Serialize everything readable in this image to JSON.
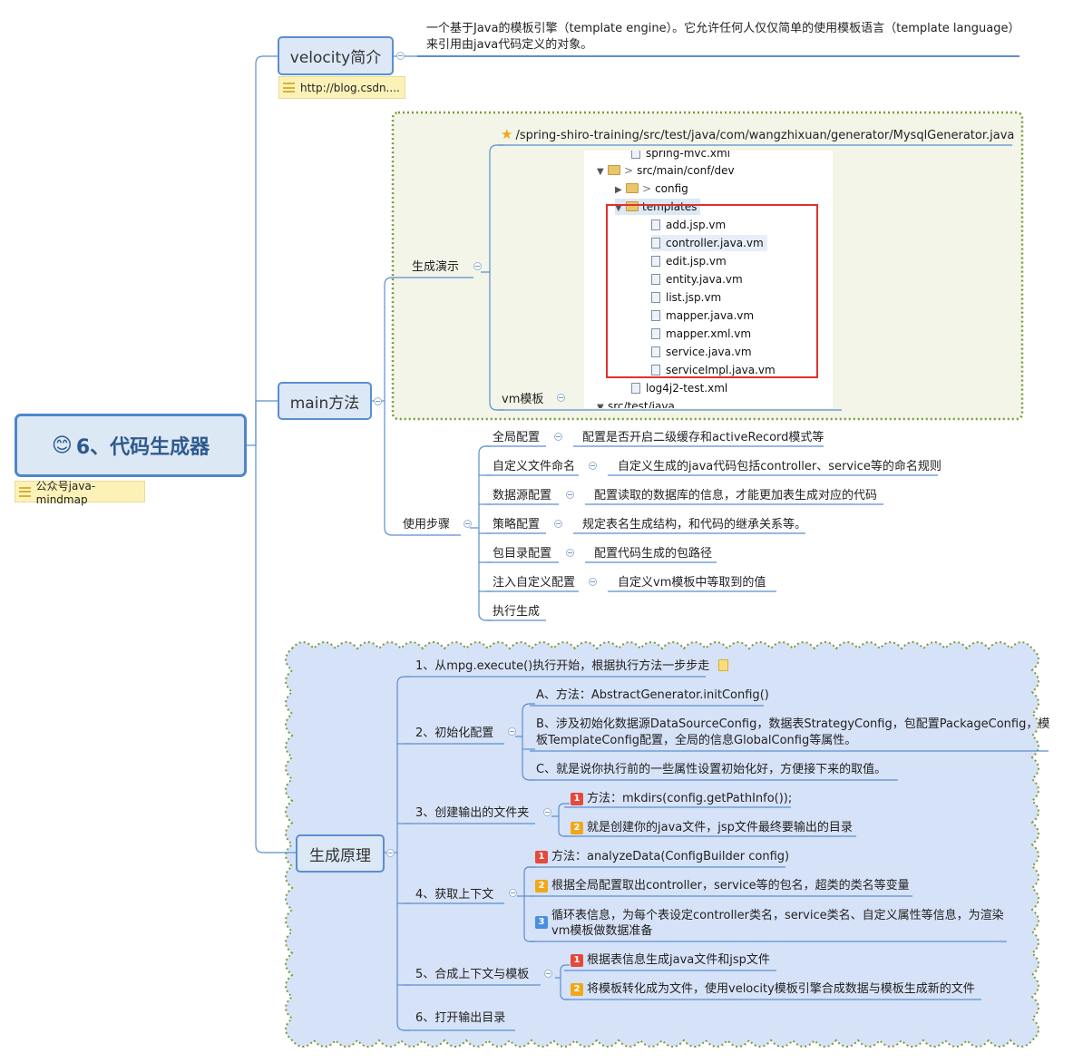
{
  "root": {
    "emoji": "😊",
    "title": "6、代码生成器",
    "note": "公众号java-mindmap"
  },
  "velocity": {
    "title": "velocity简介",
    "note": "http://blog.csdn....",
    "desc_line1": "一个基于Java的模板引擎（template engine）。它允许任何人仅仅简单的使用模板语言（template language）",
    "desc_line2": "来引用由java代码定义的对象。"
  },
  "main": {
    "title": "main方法",
    "demo": {
      "label": "生成演示",
      "path": "/spring-shiro-training/src/test/java/com/wangzhixuan/generator/MysqlGenerator.java",
      "vm_label": "vm模板",
      "tree": {
        "row0": "spring-mvc.xml",
        "row1": "src/main/conf/dev",
        "row2": "config",
        "row3": "templates",
        "files": [
          "add.jsp.vm",
          "controller.java.vm",
          "edit.jsp.vm",
          "entity.java.vm",
          "list.jsp.vm",
          "mapper.java.vm",
          "mapper.xml.vm",
          "service.java.vm",
          "serviceImpl.java.vm"
        ],
        "row_last": "log4j2-test.xml",
        "row_cut": "src/test/java"
      }
    },
    "steps": {
      "label": "使用步骤",
      "items": [
        {
          "name": "全局配置",
          "desc": "配置是否开启二级缓存和activeRecord模式等"
        },
        {
          "name": "自定义文件命名",
          "desc": "自定义生成的java代码包括controller、service等的命名规则"
        },
        {
          "name": "数据源配置",
          "desc": "配置读取的数据库的信息，才能更加表生成对应的代码"
        },
        {
          "name": "策略配置",
          "desc": "规定表名生成结构，和代码的继承关系等。"
        },
        {
          "name": "包目录配置",
          "desc": "配置代码生成的包路径"
        },
        {
          "name": "注入自定义配置",
          "desc": "自定义vm模板中等取到的值"
        },
        {
          "name": "执行生成",
          "desc": ""
        }
      ]
    }
  },
  "principle": {
    "title": "生成原理",
    "s1": "1、从mpg.execute()执行开始，根据执行方法一步步走",
    "s2": {
      "label": "2、初始化配置",
      "a": "A、方法：AbstractGenerator.initConfig()",
      "b1": "B、涉及初始化数据源DataSourceConfig，数据表StrategyConfig，包配置PackageConfig，模",
      "b2": "板TemplateConfig配置，全局的信息GlobalConfig等属性。",
      "c": "C、就是说你执行前的一些属性设置初始化好，方便接下来的取值。"
    },
    "s3": {
      "label": "3、创建输出的文件夹",
      "i1": "方法：mkdirs(config.getPathInfo());",
      "i2": "就是创建你的java文件，jsp文件最终要输出的目录"
    },
    "s4": {
      "label": "4、获取上下文",
      "i1": "方法：analyzeData(ConfigBuilder config)",
      "i2": "根据全局配置取出controller，service等的包名，超类的类名等变量",
      "i3a": "循环表信息，为每个表设定controller类名，service类名、自定义属性等信息，为渲染",
      "i3b": "vm模板做数据准备"
    },
    "s5": {
      "label": "5、合成上下文与模板",
      "i1": "根据表信息生成java文件和jsp文件",
      "i2": "将模板转化成为文件，使用velocity模板引擎合成数据与模板生成新的文件"
    },
    "s6": "6、打开输出目录"
  },
  "badges": {
    "n1": "1",
    "n2": "2",
    "n3": "3"
  },
  "colors": {
    "line": "#5b8ed0",
    "node_fill": "#dce8f6",
    "cloud_fill": "#d6e2f7",
    "green_fill": "#f2f5e8",
    "green_border": "#7a9a3a",
    "red_box": "#e03030"
  }
}
